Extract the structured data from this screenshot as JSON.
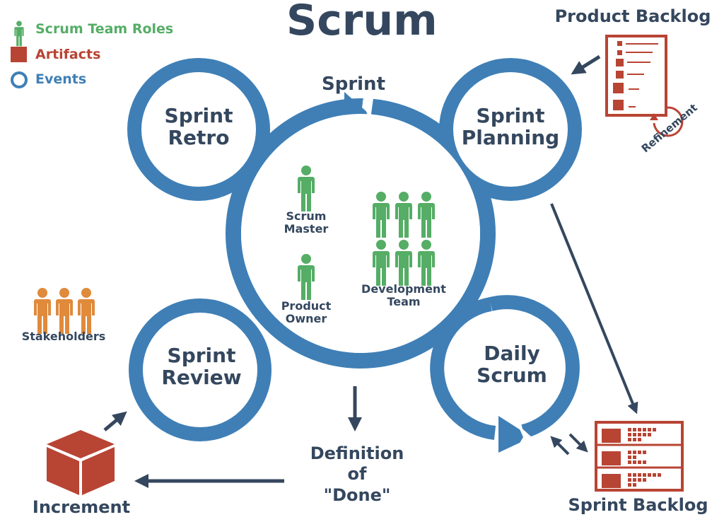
{
  "title": "Scrum",
  "colors": {
    "events_blue": "#3f7fb6",
    "roles_green": "#55ad66",
    "artifacts_red": "#b84434",
    "stakeholders_orange": "#e08a3c",
    "text_dark": "#34475e"
  },
  "legend": [
    {
      "label": "Scrum Team Roles",
      "icon": "person-icon",
      "color": "#55ad66"
    },
    {
      "label": "Artifacts",
      "icon": "square-icon",
      "color": "#b84434"
    },
    {
      "label": "Events",
      "icon": "ring-icon",
      "color": "#3f7fb6"
    }
  ],
  "events": {
    "sprint": "Sprint",
    "sprint_retro": {
      "line1": "Sprint",
      "line2": "Retro"
    },
    "sprint_planning": {
      "line1": "Sprint",
      "line2": "Planning"
    },
    "sprint_review": {
      "line1": "Sprint",
      "line2": "Review"
    },
    "daily_scrum": {
      "line1": "Daily",
      "line2": "Scrum"
    }
  },
  "roles": {
    "scrum_master": {
      "line1": "Scrum",
      "line2": "Master",
      "count": 1
    },
    "product_owner": {
      "line1": "Product",
      "line2": "Owner",
      "count": 1
    },
    "development_team": {
      "line1": "Development",
      "line2": "Team",
      "count": 6
    }
  },
  "stakeholders": {
    "label": "Stakeholders",
    "count": 3
  },
  "artifacts": {
    "product_backlog": "Product Backlog",
    "refinement": "Refinement",
    "sprint_backlog": "Sprint Backlog",
    "increment": "Increment"
  },
  "definition_of_done": {
    "line1": "Definition",
    "line2": "of",
    "line3": "\"Done\""
  }
}
